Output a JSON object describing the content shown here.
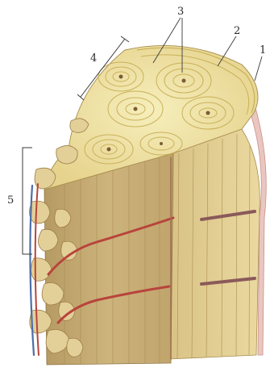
{
  "figure": {
    "labels": {
      "osteons": "3",
      "outer_lamellae": "2",
      "periosteum": "1",
      "vascular_canal_bracket": "4",
      "spongy_bone_bracket": "5"
    },
    "colors": {
      "bone_light": "#f2e7a8",
      "bone_mid": "#e2cf86",
      "bone_dark": "#c2a862",
      "shaft_face": "#c9b07a",
      "vessel_red": "#b8443c",
      "vessel_blue": "#4d6fa8",
      "trabecula": "#e3cf98"
    }
  }
}
